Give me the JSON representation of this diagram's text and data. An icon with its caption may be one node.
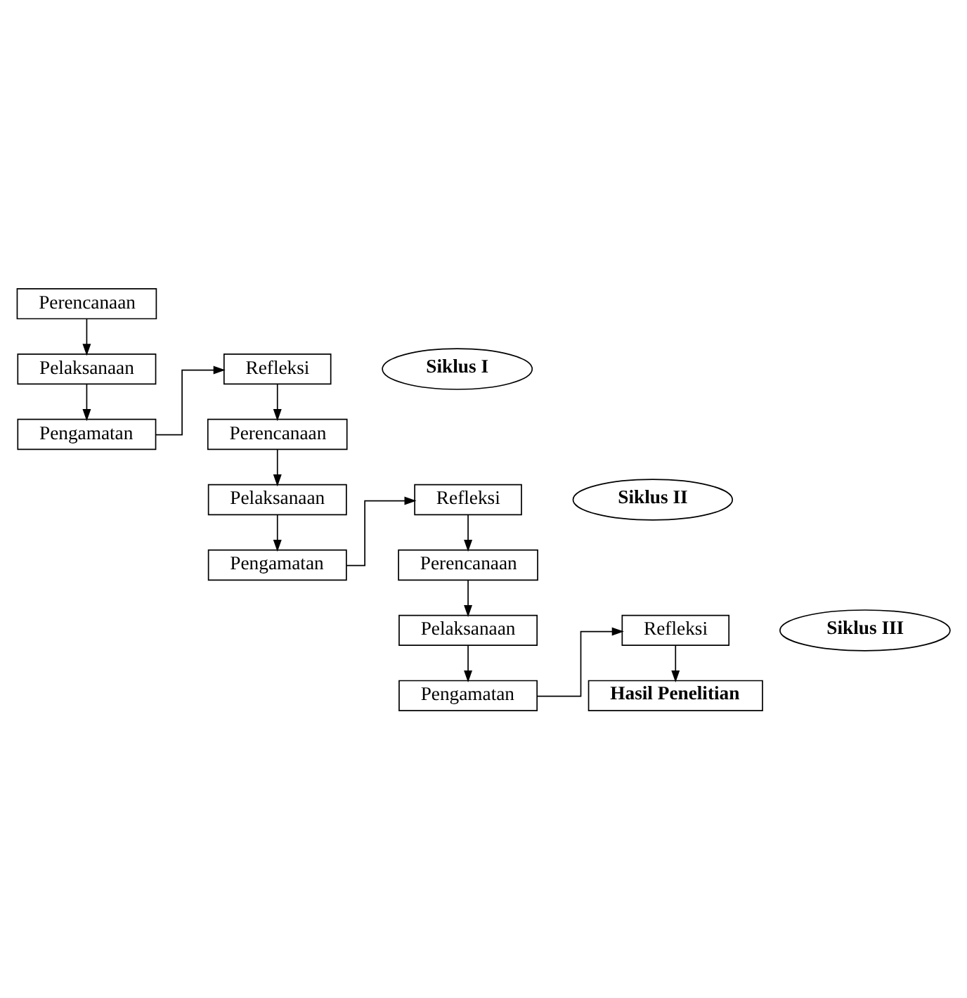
{
  "diagram": {
    "nodes": [
      {
        "text": [
          "Perencanaan"
        ]
      },
      {
        "text": [
          "Refleksi"
        ]
      },
      {
        "text": [
          "Siklus I"
        ]
      },
      {
        "text": [
          "Pelaksanaan"
        ]
      },
      {
        "text": [
          "Pengamatan"
        ]
      },
      {
        "text": [
          "Perencanaan"
        ]
      },
      {
        "text": [
          "Refleksi"
        ]
      },
      {
        "text": [
          "Siklus II"
        ]
      },
      {
        "text": [
          "Pelaksanaan"
        ]
      },
      {
        "text": [
          "Pengamatan"
        ]
      },
      {
        "text": [
          "Perencanaan"
        ]
      },
      {
        "text": [
          "Refleksi"
        ]
      },
      {
        "text": [
          "Siklus III"
        ]
      },
      {
        "text": [
          "Pelaksanaan"
        ]
      },
      {
        "text": [
          "Pengamatan"
        ]
      },
      {
        "text": [
          "Hasil Penelitian"
        ]
      }
    ],
    "edges": [
      {
        "from": 0,
        "to": 3,
        "arrow": "to"
      },
      {
        "from": 3,
        "to": 4,
        "arrow": "to"
      },
      {
        "from": 4,
        "to": 1,
        "arrow": "to"
      },
      {
        "from": 1,
        "to": 5,
        "arrow": "to"
      },
      {
        "from": 5,
        "to": 8,
        "arrow": "to"
      },
      {
        "from": 8,
        "to": 9,
        "arrow": "to"
      },
      {
        "from": 9,
        "to": 6,
        "arrow": "to"
      },
      {
        "from": 6,
        "to": 10,
        "arrow": "to"
      },
      {
        "from": 10,
        "to": 13,
        "arrow": "to"
      },
      {
        "from": 13,
        "to": 14,
        "arrow": "to"
      },
      {
        "from": 14,
        "to": 11,
        "arrow": "to"
      },
      {
        "from": 11,
        "to": 15,
        "arrow": "to"
      }
    ]
  }
}
